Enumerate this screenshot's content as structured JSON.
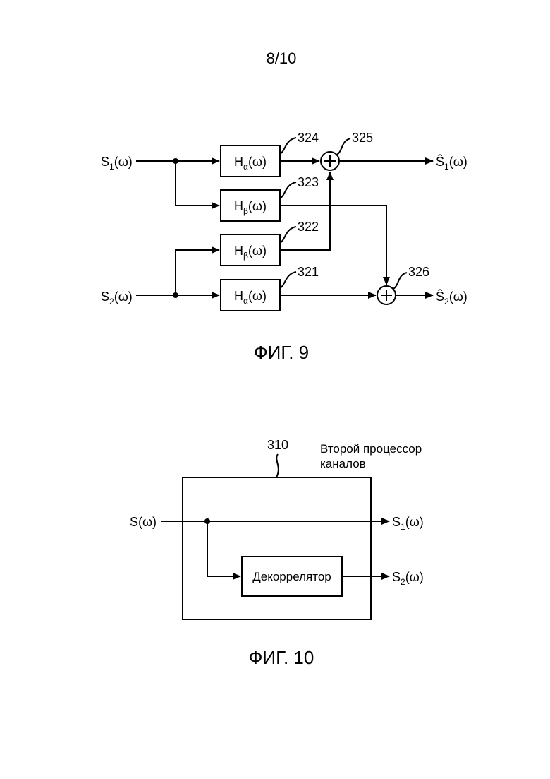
{
  "page_number": "8/10",
  "fig9": {
    "caption": "ФИГ. 9",
    "input1": {
      "base": "S",
      "sub": "1",
      "arg": "(ω)"
    },
    "input2": {
      "base": "S",
      "sub": "2",
      "arg": "(ω)"
    },
    "output1": {
      "base": "Ŝ",
      "sub": "1",
      "arg": "(ω)"
    },
    "output2": {
      "base": "Ŝ",
      "sub": "2",
      "arg": "(ω)"
    },
    "filters": [
      {
        "ref": "324",
        "base": "H",
        "sub": "α",
        "arg": "(ω)"
      },
      {
        "ref": "323",
        "base": "H",
        "sub": "β",
        "arg": "(ω)"
      },
      {
        "ref": "322",
        "base": "H",
        "sub": "β",
        "arg": "(ω)"
      },
      {
        "ref": "321",
        "base": "H",
        "sub": "α",
        "arg": "(ω)"
      }
    ],
    "adders": [
      {
        "ref": "325",
        "symbol": "+"
      },
      {
        "ref": "326",
        "symbol": "+"
      }
    ]
  },
  "fig10": {
    "caption": "ФИГ. 10",
    "ref": "310",
    "title_line1": "Второй процессор",
    "title_line2": "каналов",
    "input": "S(ω)",
    "block": "Декоррелятор",
    "output1": {
      "base": "S",
      "sub": "1",
      "arg": "(ω)"
    },
    "output2": {
      "base": "S",
      "sub": "2",
      "arg": "(ω)"
    }
  }
}
